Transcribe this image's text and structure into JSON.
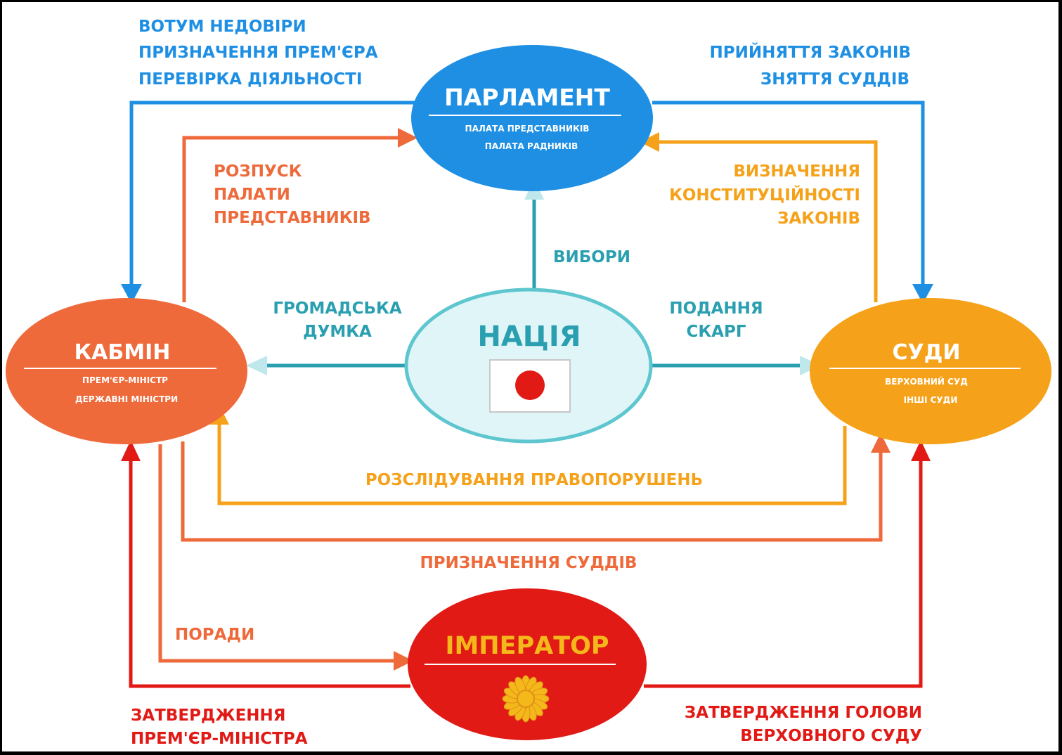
{
  "colors": {
    "blue": "#1E8FE3",
    "orange_red": "#EE6A3B",
    "orange": "#F5A21A",
    "red": "#E11A16",
    "teal": "#2A9FB0",
    "teal_light": "#5EC6CF",
    "nation_fill": "#DFF5F7",
    "white": "#FFFFFF"
  },
  "nodes": {
    "parliament": {
      "title": "ПАРЛАМЕНТ",
      "sub1": "ПАЛАТА ПРЕДСТАВНИКІВ",
      "sub2": "ПАЛАТА РАДНИКІВ"
    },
    "cabinet": {
      "title": "КАБМІН",
      "sub1": "ПРЕМ'ЄР-МІНІСТР",
      "sub2": "ДЕРЖАВНІ МІНІСТРИ"
    },
    "courts": {
      "title": "СУДИ",
      "sub1": "ВЕРХОВНИЙ СУД",
      "sub2": "ІНШІ СУДИ"
    },
    "nation": {
      "title": "НАЦІЯ",
      "flag_icon": "japan-flag-icon"
    },
    "emperor": {
      "title": "ІМПЕРАТОР",
      "emblem_icon": "chrysanthemum-icon"
    }
  },
  "labels": {
    "vote_no_confidence": "ВОТУМ НЕДОВІРИ",
    "appoint_pm": "ПРИЗНАЧЕННЯ ПРЕМ'ЄРА",
    "activity_check": "ПЕРЕВІРКА ДІЯЛЬНОСТІ",
    "adopt_laws": "ПРИЙНЯТТЯ ЗАКОНІВ",
    "remove_judges": "ЗНЯТТЯ СУДДІВ",
    "dissolution_1": "РОЗПУСК",
    "dissolution_2": "ПАЛАТИ",
    "dissolution_3": "ПРЕДСТАВНИКІВ",
    "constitutionality_1": "ВИЗНАЧЕННЯ",
    "constitutionality_2": "КОНСТИТУЦІЙНОСТІ",
    "constitutionality_3": "ЗАКОНІВ",
    "elections": "ВИБОРИ",
    "public_opinion_1": "ГРОМАДСЬКА",
    "public_opinion_2": "ДУМКА",
    "complaints_1": "ПОДАННЯ",
    "complaints_2": "СКАРГ",
    "investigation": "РОЗСЛІДУВАННЯ ПРАВОПОРУШЕНЬ",
    "appoint_judges": "ПРИЗНАЧЕННЯ СУДДІВ",
    "advice": "ПОРАДИ",
    "approve_pm_1": "ЗАТВЕРДЖЕННЯ",
    "approve_pm_2": "ПРЕМ'ЄР-МІНІСТРА",
    "approve_chief_1": "ЗАТВЕРДЖЕННЯ ГОЛОВИ",
    "approve_chief_2": "ВЕРХОВНОГО СУДУ"
  }
}
